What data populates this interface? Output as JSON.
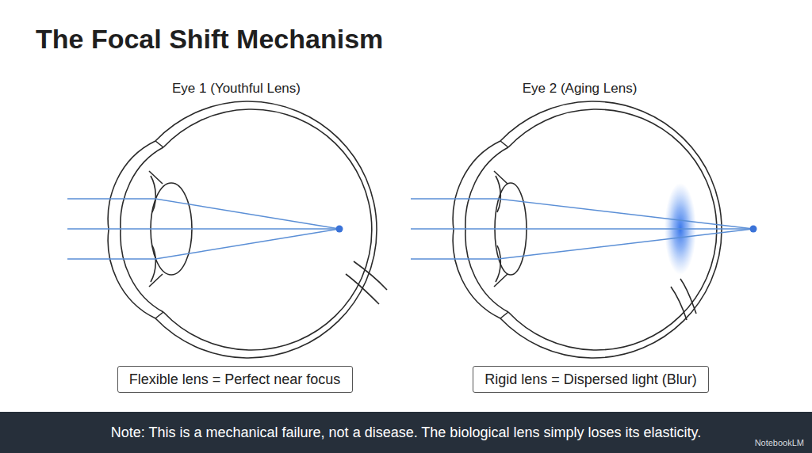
{
  "diagram": {
    "title": "The Focal Shift Mechanism",
    "nodes": [
      {
        "text": [
          "Flexible lens = Perfect near focus"
        ]
      },
      {
        "text": [
          "Rigid lens = Dispersed light (Blur)"
        ]
      },
      {
        "text": [
          "Note: This is a mechanical failure, not a disease. The biological lens simply loses its elasticity."
        ]
      }
    ],
    "labels": [
      "Eye 1 (Youthful Lens)",
      "Eye 2 (Aging Lens)",
      "NotebookLM"
    ]
  }
}
